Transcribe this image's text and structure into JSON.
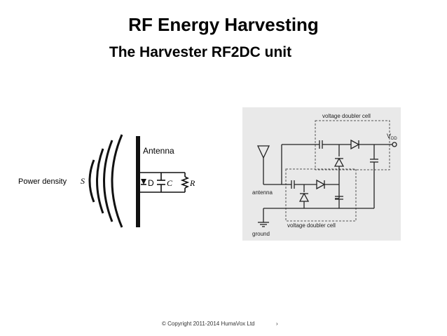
{
  "slide": {
    "title": "RF Energy Harvesting",
    "subtitle": "The Harvester RF2DC unit"
  },
  "left_diagram": {
    "power_label": "Power density",
    "power_symbol": "S",
    "antenna_label": "Antenna",
    "diode_label": "D",
    "cap_label": "C",
    "res_label": "R"
  },
  "right_diagram": {
    "cell_top_label": "voltage doubler cell",
    "cell_bottom_label": "voltage doubler cell",
    "vdd_main": "V",
    "vdd_sub": "DD",
    "antenna_label": "antenna",
    "ground_label": "ground",
    "background": "#e9e9e9"
  },
  "footer": {
    "copyright": "© Copyright 2011-2014 HumaVox Ltd",
    "slide_number": "›"
  }
}
